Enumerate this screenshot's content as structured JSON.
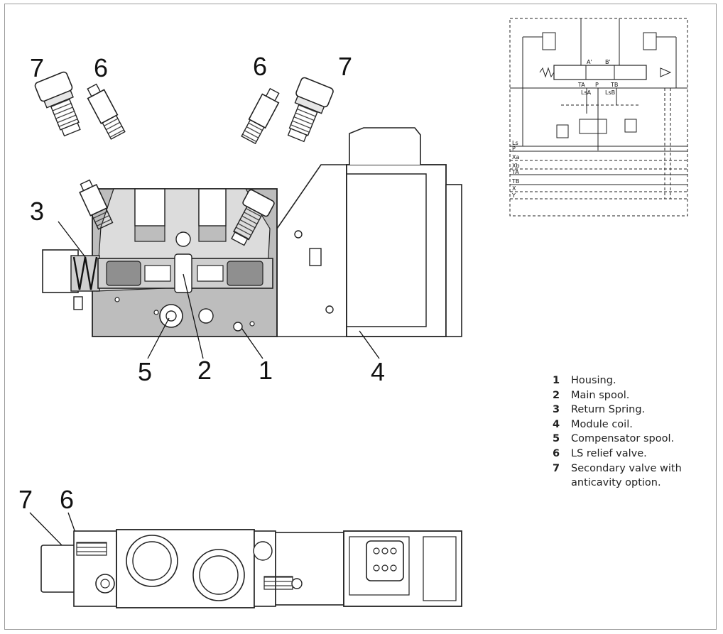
{
  "callouts": {
    "top_left_7": "7",
    "top_left_6": "6",
    "top_right_6": "6",
    "top_right_7": "7",
    "c3": "3",
    "c5": "5",
    "c2": "2",
    "c1": "1",
    "c4": "4",
    "bottom_7": "7",
    "bottom_6": "6"
  },
  "schematic": {
    "port_a": "A'",
    "port_b": "B'",
    "port_ta": "TA",
    "port_p": "P",
    "port_tb": "TB",
    "port_lsa": "LsA",
    "port_lsb": "LsB",
    "lines": [
      "Ls",
      "P",
      "Xa",
      "Xb",
      "TA",
      "TB",
      "X",
      "Y"
    ]
  },
  "legend": [
    {
      "num": "1",
      "text": "Housing."
    },
    {
      "num": "2",
      "text": "Main spool."
    },
    {
      "num": "3",
      "text": "Return Spring."
    },
    {
      "num": "4",
      "text": "Module coil."
    },
    {
      "num": "5",
      "text": "Compensator spool."
    },
    {
      "num": "6",
      "text": "LS relief valve."
    },
    {
      "num": "7",
      "text": "Secondary valve with anticavity option."
    }
  ],
  "colors": {
    "housing_fill": "#bdbdbd",
    "cutaway_fill": "#dcdcdc",
    "line": "#222222",
    "frame": "#9a9a9a"
  }
}
